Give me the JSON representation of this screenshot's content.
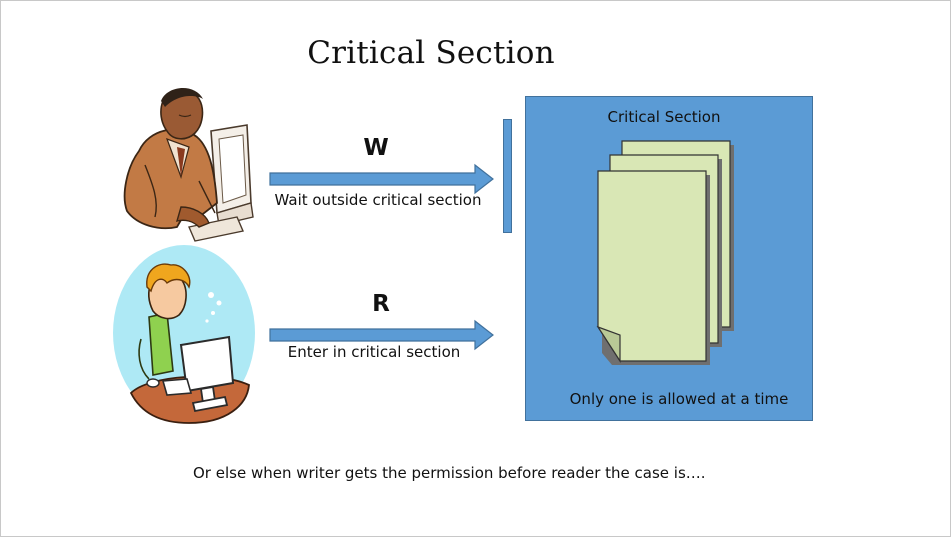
{
  "slide": {
    "title": "Critical Section",
    "writer": {
      "letter": "W",
      "caption": "Wait outside critical section"
    },
    "reader": {
      "letter": "R",
      "caption": "Enter in critical section"
    },
    "critical_section": {
      "label": "Critical Section",
      "note": "Only one is allowed at a time"
    },
    "footer_text": "Or else when writer gets the permission before reader the case is…."
  },
  "colors": {
    "box_fill": "#5b9bd5",
    "box_border": "#41719c",
    "document_fill": "#d9e7b5",
    "reader_bg": "#aee9f5"
  },
  "icons": [
    "writer-clipart-icon",
    "reader-clipart-icon",
    "documents-icon",
    "arrow-right-icon"
  ]
}
